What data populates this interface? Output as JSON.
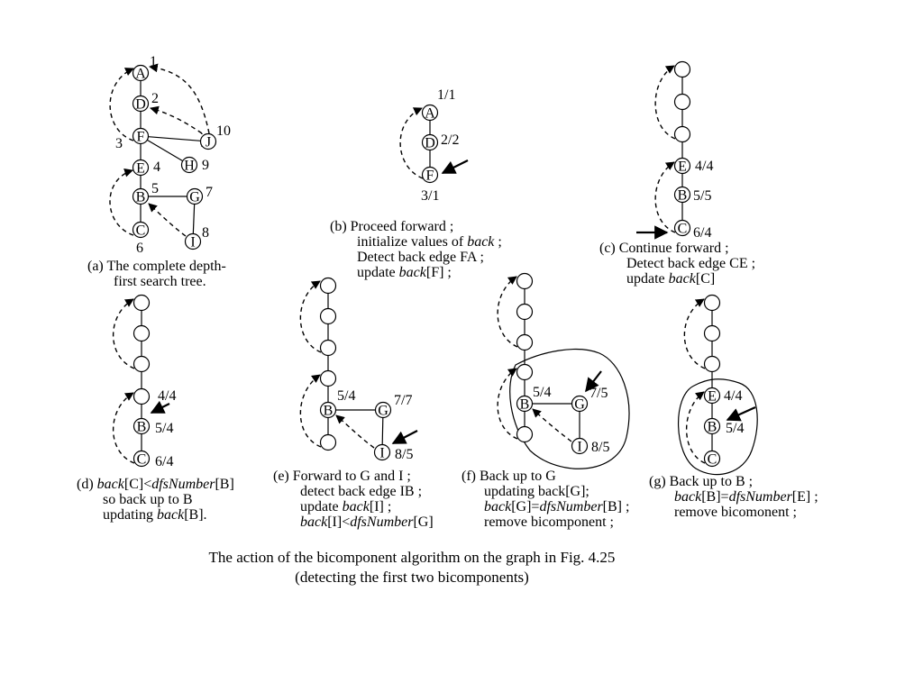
{
  "panels": [
    {
      "id": "a",
      "nodes": [
        {
          "id": "A",
          "label": "A",
          "num": "1"
        },
        {
          "id": "D",
          "label": "D",
          "num": "2"
        },
        {
          "id": "F",
          "label": "F",
          "num": "3"
        },
        {
          "id": "J",
          "label": "J",
          "num": "10"
        },
        {
          "id": "H",
          "label": "H",
          "num": "9"
        },
        {
          "id": "E",
          "label": "E",
          "num": "4"
        },
        {
          "id": "B",
          "label": "B",
          "num": "5"
        },
        {
          "id": "G",
          "label": "G",
          "num": "7"
        },
        {
          "id": "C",
          "label": "C",
          "num": "6"
        },
        {
          "id": "I",
          "label": "I",
          "num": "8"
        }
      ],
      "caption": [
        [
          {
            "t": "(a)  The complete depth-"
          }
        ],
        [
          {
            "t": "first search tree."
          }
        ]
      ]
    },
    {
      "id": "b",
      "nodes": [
        {
          "id": "A",
          "label": "A",
          "num": "1/1"
        },
        {
          "id": "D",
          "label": "D",
          "num": "2/2"
        },
        {
          "id": "F",
          "label": "F",
          "num": "3/1"
        }
      ],
      "caption": [
        [
          {
            "t": "(b) Proceed forward ;"
          }
        ],
        [
          {
            "t": "initialize values of "
          },
          {
            "t": "back",
            "i": true
          },
          {
            "t": " ;"
          }
        ],
        [
          {
            "t": "Detect back edge FA ;"
          }
        ],
        [
          {
            "t": "update "
          },
          {
            "t": "back",
            "i": true
          },
          {
            "t": "[F] ;"
          }
        ]
      ]
    },
    {
      "id": "c",
      "nodes": [
        {
          "id": "n1",
          "label": "",
          "num": ""
        },
        {
          "id": "n2",
          "label": "",
          "num": ""
        },
        {
          "id": "n3",
          "label": "",
          "num": ""
        },
        {
          "id": "E",
          "label": "E",
          "num": "4/4"
        },
        {
          "id": "B",
          "label": "B",
          "num": "5/5"
        },
        {
          "id": "C",
          "label": "C",
          "num": "6/4"
        }
      ],
      "caption": [
        [
          {
            "t": "(c) Continue forward ;"
          }
        ],
        [
          {
            "t": "Detect back edge CE ;"
          }
        ],
        [
          {
            "t": "update "
          },
          {
            "t": "back",
            "i": true
          },
          {
            "t": "[C]"
          }
        ]
      ]
    },
    {
      "id": "d",
      "nodes": [
        {
          "id": "n1",
          "label": "",
          "num": ""
        },
        {
          "id": "n2",
          "label": "",
          "num": ""
        },
        {
          "id": "n3",
          "label": "",
          "num": ""
        },
        {
          "id": "n4",
          "label": "",
          "num": "4/4"
        },
        {
          "id": "B",
          "label": "B",
          "num": "5/4"
        },
        {
          "id": "C",
          "label": "C",
          "num": "6/4"
        }
      ],
      "caption": [
        [
          {
            "t": "(d) "
          },
          {
            "t": "back",
            "i": true
          },
          {
            "t": "[C]<"
          },
          {
            "t": "dfsNumber",
            "i": true
          },
          {
            "t": "[B]"
          }
        ],
        [
          {
            "t": "so back up to B"
          }
        ],
        [
          {
            "t": "updating "
          },
          {
            "t": "back",
            "i": true
          },
          {
            "t": "[B]."
          }
        ]
      ]
    },
    {
      "id": "e",
      "nodes": [
        {
          "id": "n1",
          "label": "",
          "num": ""
        },
        {
          "id": "n2",
          "label": "",
          "num": ""
        },
        {
          "id": "n3",
          "label": "",
          "num": ""
        },
        {
          "id": "n4",
          "label": "",
          "num": ""
        },
        {
          "id": "B",
          "label": "B",
          "num": "5/4"
        },
        {
          "id": "G",
          "label": "G",
          "num": "7/7"
        },
        {
          "id": "I",
          "label": "I",
          "num": "8/5"
        },
        {
          "id": "n5",
          "label": "",
          "num": ""
        }
      ],
      "caption": [
        [
          {
            "t": "(e) Forward to G and I ;"
          }
        ],
        [
          {
            "t": "detect back edge IB ;"
          }
        ],
        [
          {
            "t": "update "
          },
          {
            "t": "back",
            "i": true
          },
          {
            "t": "[I] ;"
          }
        ],
        [
          {
            "t": "back",
            "i": true
          },
          {
            "t": "[I]<"
          },
          {
            "t": "dfsNumber",
            "i": true
          },
          {
            "t": "[G]"
          }
        ]
      ]
    },
    {
      "id": "f",
      "nodes": [
        {
          "id": "n1",
          "label": "",
          "num": ""
        },
        {
          "id": "n2",
          "label": "",
          "num": ""
        },
        {
          "id": "n3",
          "label": "",
          "num": ""
        },
        {
          "id": "n4",
          "label": "",
          "num": ""
        },
        {
          "id": "B",
          "label": "B",
          "num": "5/4"
        },
        {
          "id": "G",
          "label": "G",
          "num": "7/5"
        },
        {
          "id": "I",
          "label": "I",
          "num": "8/5"
        },
        {
          "id": "n5",
          "label": "",
          "num": ""
        }
      ],
      "caption": [
        [
          {
            "t": "(f) Back up to G"
          }
        ],
        [
          {
            "t": "updating back[G];"
          }
        ],
        [
          {
            "t": "back",
            "i": true
          },
          {
            "t": "[G]="
          },
          {
            "t": "dfsNumber",
            "i": true
          },
          {
            "t": "[B] ;"
          }
        ],
        [
          {
            "t": "remove bicomponent ;"
          }
        ]
      ]
    },
    {
      "id": "g",
      "nodes": [
        {
          "id": "n1",
          "label": "",
          "num": ""
        },
        {
          "id": "n2",
          "label": "",
          "num": ""
        },
        {
          "id": "n3",
          "label": "",
          "num": ""
        },
        {
          "id": "E",
          "label": "E",
          "num": "4/4"
        },
        {
          "id": "B",
          "label": "B",
          "num": "5/4"
        },
        {
          "id": "C",
          "label": "C",
          "num": ""
        }
      ],
      "caption": [
        [
          {
            "t": "(g) Back up to B ;"
          }
        ],
        [
          {
            "t": "back",
            "i": true
          },
          {
            "t": "[B]="
          },
          {
            "t": "dfsNumber",
            "i": true
          },
          {
            "t": "[E] ;"
          }
        ],
        [
          {
            "t": "remove bicomonent ;"
          }
        ]
      ]
    }
  ],
  "figure_caption": {
    "line1": "The action of the bicomponent algorithm on the graph in Fig. 4.25",
    "line2": "(detecting the first two bicomponents)"
  }
}
